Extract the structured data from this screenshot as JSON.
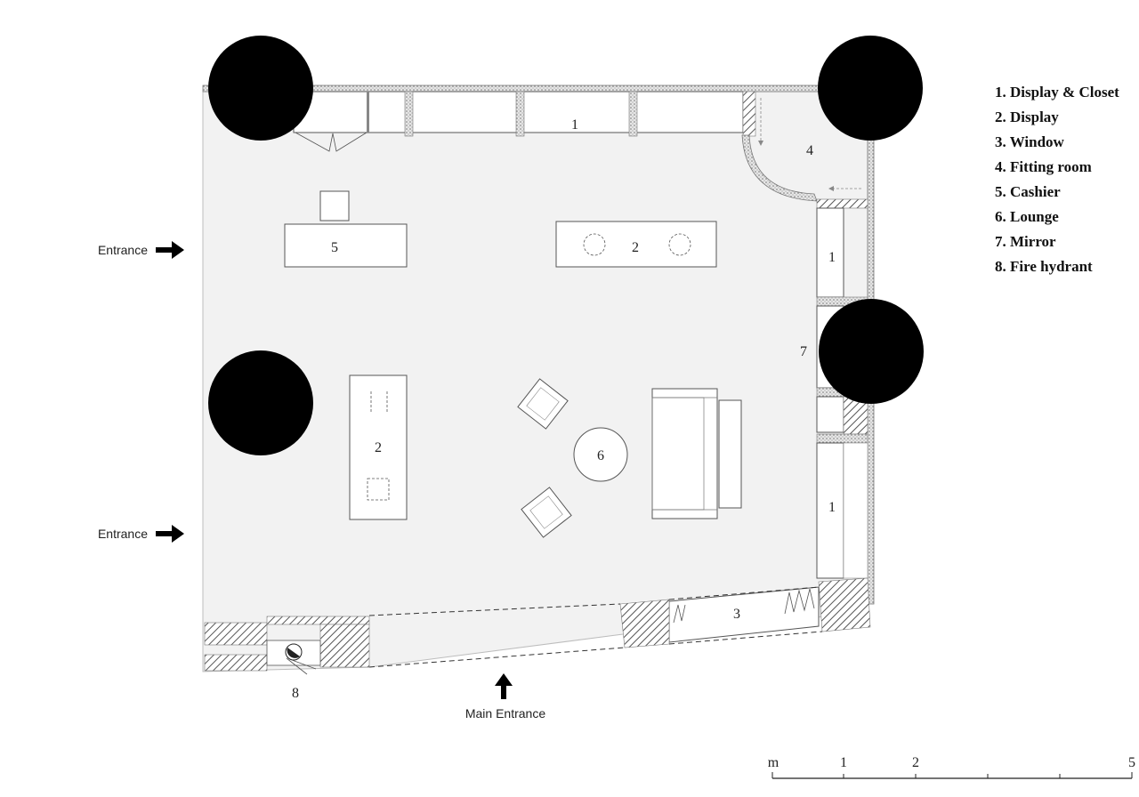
{
  "legend": [
    "1. Display & Closet",
    "2. Display",
    "3. Window",
    "4. Fitting room",
    "5. Cashier",
    "6. Lounge",
    "7. Mirror",
    "8. Fire hydrant"
  ],
  "room_labels": {
    "closet_top": "1",
    "closet_right_upper": "1",
    "closet_right_lower": "1",
    "display_center": "2",
    "display_left": "2",
    "window": "3",
    "fitting_room": "4",
    "cashier": "5",
    "lounge": "6",
    "mirror": "7",
    "fire_hydrant": "8"
  },
  "entrances": {
    "upper": "Entrance",
    "lower": "Entrance",
    "main": "Main Entrance"
  },
  "scale_bar": {
    "unit": "m",
    "ticks": [
      "1",
      "2",
      "5"
    ]
  },
  "colors": {
    "floor": "#f2f2f2",
    "wall": "#666666",
    "redaction": "#000000"
  }
}
